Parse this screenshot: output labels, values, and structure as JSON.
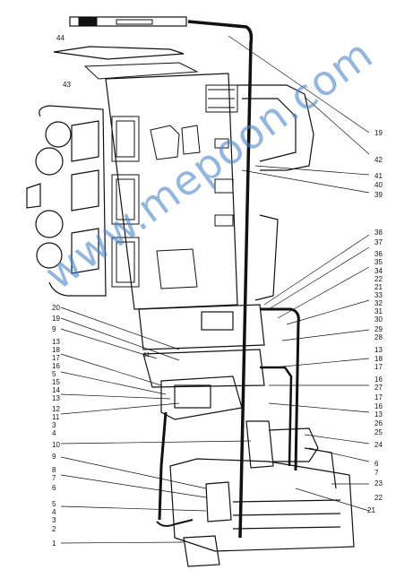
{
  "diagram": {
    "watermark": "www.mepoon.com",
    "left_labels": [
      "20",
      "19",
      "9",
      "13",
      "18",
      "17",
      "16",
      "5",
      "15",
      "14",
      "13",
      "12",
      "11",
      "3",
      "4",
      "10",
      "9",
      "8",
      "7",
      "6",
      "5",
      "4",
      "3",
      "2",
      "1"
    ],
    "right_labels": [
      "19",
      "42",
      "41",
      "40",
      "39",
      "38",
      "37",
      "36",
      "35",
      "34",
      "22",
      "21",
      "33",
      "32",
      "31",
      "30",
      "29",
      "28",
      "13",
      "18",
      "17",
      "16",
      "27",
      "17",
      "16",
      "13",
      "26",
      "25",
      "24",
      "6",
      "7",
      "23",
      "22",
      "21"
    ],
    "top_labels": [
      "44",
      "43"
    ],
    "small_labels": [
      "11"
    ],
    "colors": {
      "line": "#111111",
      "watermark": "#4a86c8",
      "background": "#ffffff"
    }
  }
}
